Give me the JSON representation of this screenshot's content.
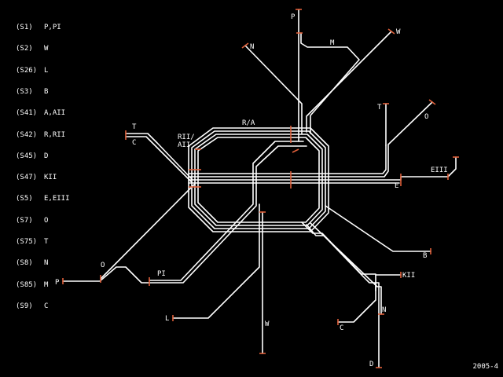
{
  "legend": [
    {
      "line": "(S1)",
      "branches": "P,PI"
    },
    {
      "line": "(S2)",
      "branches": "W"
    },
    {
      "line": "(S26)",
      "branches": "L"
    },
    {
      "line": "(S3)",
      "branches": "B"
    },
    {
      "line": "(S41)",
      "branches": "A,AII"
    },
    {
      "line": "(S42)",
      "branches": "R,RII"
    },
    {
      "line": "(S45)",
      "branches": "D"
    },
    {
      "line": "(S47)",
      "branches": "KII"
    },
    {
      "line": "(S5)",
      "branches": "E,EIII"
    },
    {
      "line": "(S7)",
      "branches": "O"
    },
    {
      "line": "(S75)",
      "branches": "T"
    },
    {
      "line": "(S8)",
      "branches": "N"
    },
    {
      "line": "(S85)",
      "branches": "M"
    },
    {
      "line": "(S9)",
      "branches": "C"
    }
  ],
  "map_labels": {
    "p_north": "P",
    "m": "M",
    "w_ne": "W",
    "n_nw": "N",
    "t_ne": "T",
    "o_ne": "O",
    "ring": "R/A",
    "t_west": "T",
    "c_west": "C",
    "rii": "RII/",
    "aii": "AII",
    "eiii": "EIII",
    "e": "E",
    "b": "B",
    "kii": "KII",
    "o_sw": "O",
    "p_west": "P",
    "pi": "PI",
    "l": "L",
    "w_south": "W",
    "n_se": "N",
    "c_south": "C",
    "d": "D"
  },
  "footer": {
    "date": "2005-4"
  },
  "colors": {
    "background": "#000000",
    "track": "#ffffff",
    "terminus": "#e0603a"
  }
}
